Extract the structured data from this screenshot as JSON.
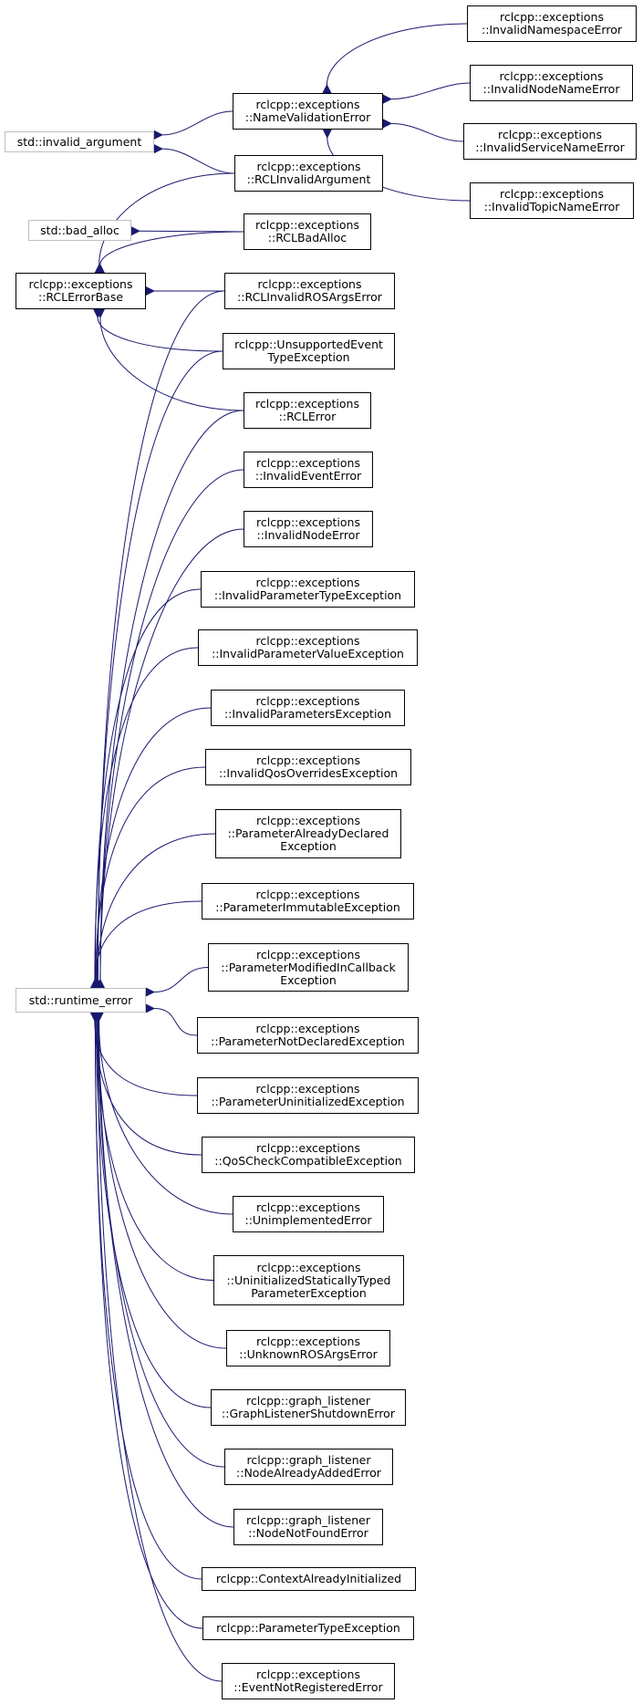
{
  "colors": {
    "edge": "#191970",
    "border": "#000000",
    "external_border": "#bfbfbf",
    "background": "#ffffff"
  },
  "nodes": [
    {
      "id": "invalid_argument",
      "label": "std::invalid_argument",
      "external": true
    },
    {
      "id": "bad_alloc",
      "label": "std::bad_alloc",
      "external": true
    },
    {
      "id": "runtime_error",
      "label": "std::runtime_error",
      "external": true
    },
    {
      "id": "RCLErrorBase",
      "label": "rclcpp::exceptions\n::RCLErrorBase"
    },
    {
      "id": "NameValidationError",
      "label": "rclcpp::exceptions\n::NameValidationError"
    },
    {
      "id": "InvalidNamespaceError",
      "label": "rclcpp::exceptions\n::InvalidNamespaceError"
    },
    {
      "id": "InvalidNodeNameError",
      "label": "rclcpp::exceptions\n::InvalidNodeNameError"
    },
    {
      "id": "InvalidServiceNameError",
      "label": "rclcpp::exceptions\n::InvalidServiceNameError"
    },
    {
      "id": "InvalidTopicNameError",
      "label": "rclcpp::exceptions\n::InvalidTopicNameError"
    },
    {
      "id": "RCLInvalidArgument",
      "label": "rclcpp::exceptions\n::RCLInvalidArgument"
    },
    {
      "id": "RCLBadAlloc",
      "label": "rclcpp::exceptions\n::RCLBadAlloc"
    },
    {
      "id": "RCLInvalidROSArgsError",
      "label": "rclcpp::exceptions\n::RCLInvalidROSArgsError"
    },
    {
      "id": "UnsupportedEventTypeException",
      "label": "rclcpp::UnsupportedEvent\nTypeException"
    },
    {
      "id": "RCLError",
      "label": "rclcpp::exceptions\n::RCLError"
    },
    {
      "id": "InvalidEventError",
      "label": "rclcpp::exceptions\n::InvalidEventError"
    },
    {
      "id": "InvalidNodeError",
      "label": "rclcpp::exceptions\n::InvalidNodeError"
    },
    {
      "id": "InvalidParameterTypeException",
      "label": "rclcpp::exceptions\n::InvalidParameterTypeException"
    },
    {
      "id": "InvalidParameterValueException",
      "label": "rclcpp::exceptions\n::InvalidParameterValueException"
    },
    {
      "id": "InvalidParametersException",
      "label": "rclcpp::exceptions\n::InvalidParametersException"
    },
    {
      "id": "InvalidQosOverridesException",
      "label": "rclcpp::exceptions\n::InvalidQosOverridesException"
    },
    {
      "id": "ParameterAlreadyDeclaredException",
      "label": "rclcpp::exceptions\n::ParameterAlreadyDeclared\nException"
    },
    {
      "id": "ParameterImmutableException",
      "label": "rclcpp::exceptions\n::ParameterImmutableException"
    },
    {
      "id": "ParameterModifiedInCallbackException",
      "label": "rclcpp::exceptions\n::ParameterModifiedInCallback\nException"
    },
    {
      "id": "ParameterNotDeclaredException",
      "label": "rclcpp::exceptions\n::ParameterNotDeclaredException"
    },
    {
      "id": "ParameterUninitializedException",
      "label": "rclcpp::exceptions\n::ParameterUninitializedException"
    },
    {
      "id": "QoSCheckCompatibleException",
      "label": "rclcpp::exceptions\n::QoSCheckCompatibleException"
    },
    {
      "id": "UnimplementedError",
      "label": "rclcpp::exceptions\n::UnimplementedError"
    },
    {
      "id": "UninitializedStaticallyTypedParameterException",
      "label": "rclcpp::exceptions\n::UninitializedStaticallyTyped\nParameterException"
    },
    {
      "id": "UnknownROSArgsError",
      "label": "rclcpp::exceptions\n::UnknownROSArgsError"
    },
    {
      "id": "GraphListenerShutdownError",
      "label": "rclcpp::graph_listener\n::GraphListenerShutdownError"
    },
    {
      "id": "NodeAlreadyAddedError",
      "label": "rclcpp::graph_listener\n::NodeAlreadyAddedError"
    },
    {
      "id": "NodeNotFoundError",
      "label": "rclcpp::graph_listener\n::NodeNotFoundError"
    },
    {
      "id": "ContextAlreadyInitialized",
      "label": "rclcpp::ContextAlreadyInitialized"
    },
    {
      "id": "ParameterTypeException",
      "label": "rclcpp::ParameterTypeException"
    },
    {
      "id": "EventNotRegisteredError",
      "label": "rclcpp::exceptions\n::EventNotRegisteredError"
    }
  ],
  "edges": [
    [
      "NameValidationError",
      "InvalidNamespaceError"
    ],
    [
      "NameValidationError",
      "InvalidNodeNameError"
    ],
    [
      "NameValidationError",
      "InvalidServiceNameError"
    ],
    [
      "NameValidationError",
      "InvalidTopicNameError"
    ],
    [
      "invalid_argument",
      "NameValidationError"
    ],
    [
      "invalid_argument",
      "RCLInvalidArgument"
    ],
    [
      "bad_alloc",
      "RCLBadAlloc"
    ],
    [
      "RCLErrorBase",
      "RCLInvalidArgument"
    ],
    [
      "RCLErrorBase",
      "RCLBadAlloc"
    ],
    [
      "RCLErrorBase",
      "RCLInvalidROSArgsError"
    ],
    [
      "RCLErrorBase",
      "UnsupportedEventTypeException"
    ],
    [
      "RCLErrorBase",
      "RCLError"
    ],
    [
      "runtime_error",
      "RCLInvalidROSArgsError"
    ],
    [
      "runtime_error",
      "UnsupportedEventTypeException"
    ],
    [
      "runtime_error",
      "RCLError"
    ],
    [
      "runtime_error",
      "InvalidEventError"
    ],
    [
      "runtime_error",
      "InvalidNodeError"
    ],
    [
      "runtime_error",
      "InvalidParameterTypeException"
    ],
    [
      "runtime_error",
      "InvalidParameterValueException"
    ],
    [
      "runtime_error",
      "InvalidParametersException"
    ],
    [
      "runtime_error",
      "InvalidQosOverridesException"
    ],
    [
      "runtime_error",
      "ParameterAlreadyDeclaredException"
    ],
    [
      "runtime_error",
      "ParameterImmutableException"
    ],
    [
      "runtime_error",
      "ParameterModifiedInCallbackException"
    ],
    [
      "runtime_error",
      "ParameterNotDeclaredException"
    ],
    [
      "runtime_error",
      "ParameterUninitializedException"
    ],
    [
      "runtime_error",
      "QoSCheckCompatibleException"
    ],
    [
      "runtime_error",
      "UnimplementedError"
    ],
    [
      "runtime_error",
      "UninitializedStaticallyTypedParameterException"
    ],
    [
      "runtime_error",
      "UnknownROSArgsError"
    ],
    [
      "runtime_error",
      "GraphListenerShutdownError"
    ],
    [
      "runtime_error",
      "NodeAlreadyAddedError"
    ],
    [
      "runtime_error",
      "NodeNotFoundError"
    ],
    [
      "runtime_error",
      "ContextAlreadyInitialized"
    ],
    [
      "runtime_error",
      "ParameterTypeException"
    ],
    [
      "runtime_error",
      "EventNotRegisteredError"
    ]
  ]
}
